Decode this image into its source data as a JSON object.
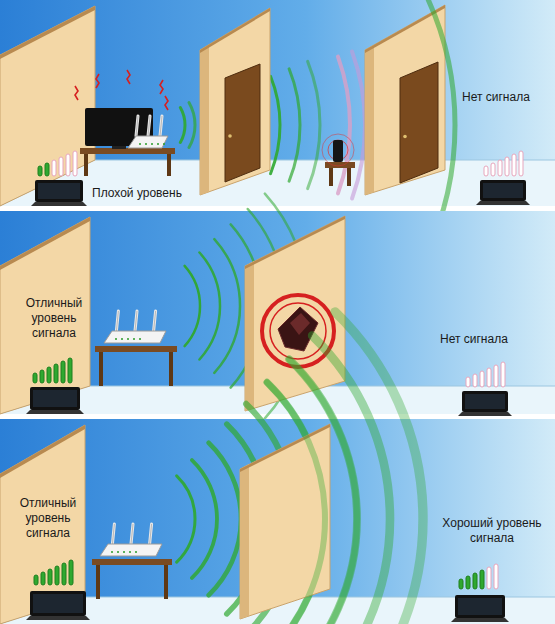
{
  "diagram": {
    "labels": [
      "Плохой уровень",
      "Нет сигнала",
      "Отличный уровень сигнала",
      "Нет сигнала",
      "Отличный уровень сигнала",
      "Хороший уровень сигнала"
    ]
  }
}
